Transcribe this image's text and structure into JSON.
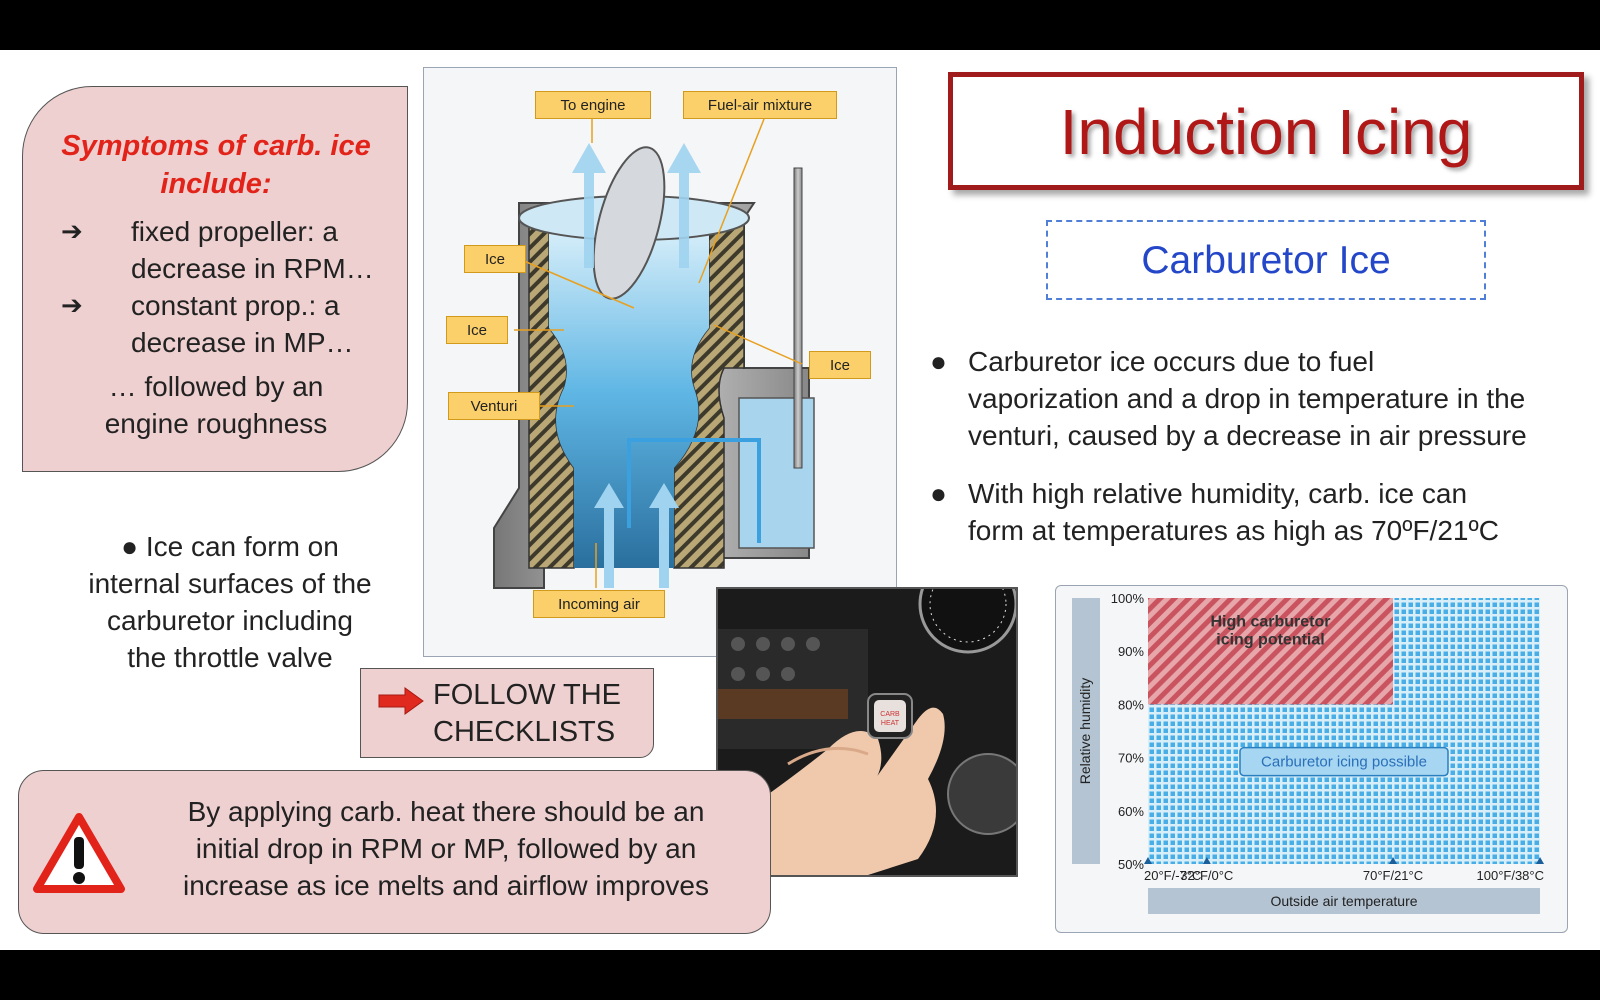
{
  "title": "Induction Icing",
  "subtitle": "Carburetor Ice",
  "symptoms": {
    "heading_line1": "Symptoms of carb. ice",
    "heading_line2": "include:",
    "items": [
      {
        "arrow": "➔",
        "line1": "fixed propeller: a",
        "line2": "decrease in RPM…"
      },
      {
        "arrow": "➔",
        "line1": "constant prop.: a",
        "line2": "decrease in MP…"
      }
    ],
    "tail_line1": "… followed by an",
    "tail_line2": "engine roughness"
  },
  "ice_bullet": {
    "line1": "●  Ice can form on",
    "line2": "internal surfaces of the",
    "line3": "carburetor including",
    "line4": "the throttle valve"
  },
  "checklist": {
    "line1": "FOLLOW THE",
    "line2": "CHECKLISTS"
  },
  "carb_heat": {
    "line1": "By applying carb. heat there should be an",
    "line2": "initial drop in RPM or MP, followed by an",
    "line3": "increase as ice melts and airflow improves"
  },
  "diagram_labels": {
    "to_engine": "To engine",
    "fuel_air": "Fuel-air mixture",
    "ice_1": "Ice",
    "ice_2": "Ice",
    "ice_3": "Ice",
    "venturi": "Venturi",
    "incoming_air": "Incoming air"
  },
  "photo": {
    "knob_label_1": "CARB",
    "knob_label_2": "HEAT"
  },
  "bullets": [
    {
      "dot": "●",
      "line1": "Carburetor ice occurs due to fuel",
      "line2": "vaporization and a drop in temperature in the",
      "line3": "venturi, caused by a decrease in air pressure"
    },
    {
      "dot": "●",
      "line1": "With high relative humidity, carb. ice can",
      "line2": "form at temperatures as high as 70ºF/21ºC"
    }
  ],
  "chart_data": {
    "type": "area",
    "ylabel": "Relative humidity",
    "xlabel": "Outside air temperature",
    "y_ticks": [
      "100%",
      "90%",
      "80%",
      "70%",
      "60%",
      "50%"
    ],
    "ylim": [
      50,
      100
    ],
    "x_ticks": [
      "20°F/-7°C",
      "32°F/0°C",
      "70°F/21°C",
      "100°F/38°C"
    ],
    "xlim": [
      20,
      100
    ],
    "regions": [
      {
        "name": "High carburetor icing potential",
        "x": [
          20,
          70
        ],
        "y": [
          80,
          100
        ],
        "color": "#d9828a"
      },
      {
        "name": "Carburetor icing possible",
        "x": [
          20,
          100
        ],
        "y": [
          50,
          100
        ],
        "color": "#3aa6e0"
      }
    ]
  },
  "colors": {
    "accent_red": "#b01818",
    "accent_blue": "#2447c9",
    "box_pink": "#efd0d0"
  }
}
